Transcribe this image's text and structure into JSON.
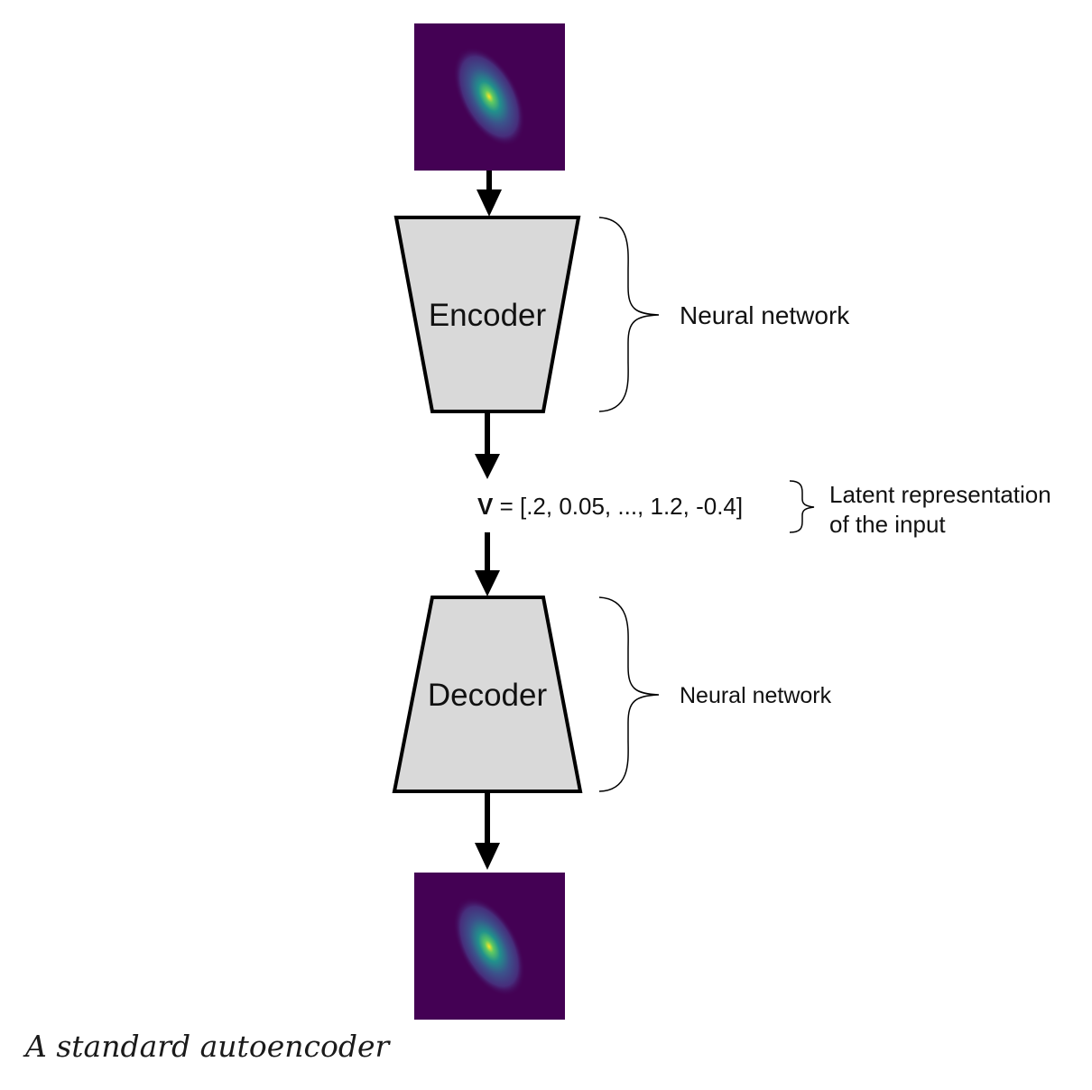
{
  "encoder": {
    "label": "Encoder"
  },
  "decoder": {
    "label": "Decoder"
  },
  "annotations": {
    "encoder_brace_label": "Neural network",
    "decoder_brace_label": "Neural network",
    "latent_line1": "Latent representation",
    "latent_line2": "of the input"
  },
  "latent_vector": {
    "symbol": "V",
    "equation": " = [.2, 0.05, ..., 1.2, -0.4]"
  },
  "caption": "A standard autoencoder",
  "colors": {
    "block_fill": "#d9d9d9",
    "stroke": "#000000",
    "image_background": "#440154",
    "image_center": "#fde725"
  }
}
